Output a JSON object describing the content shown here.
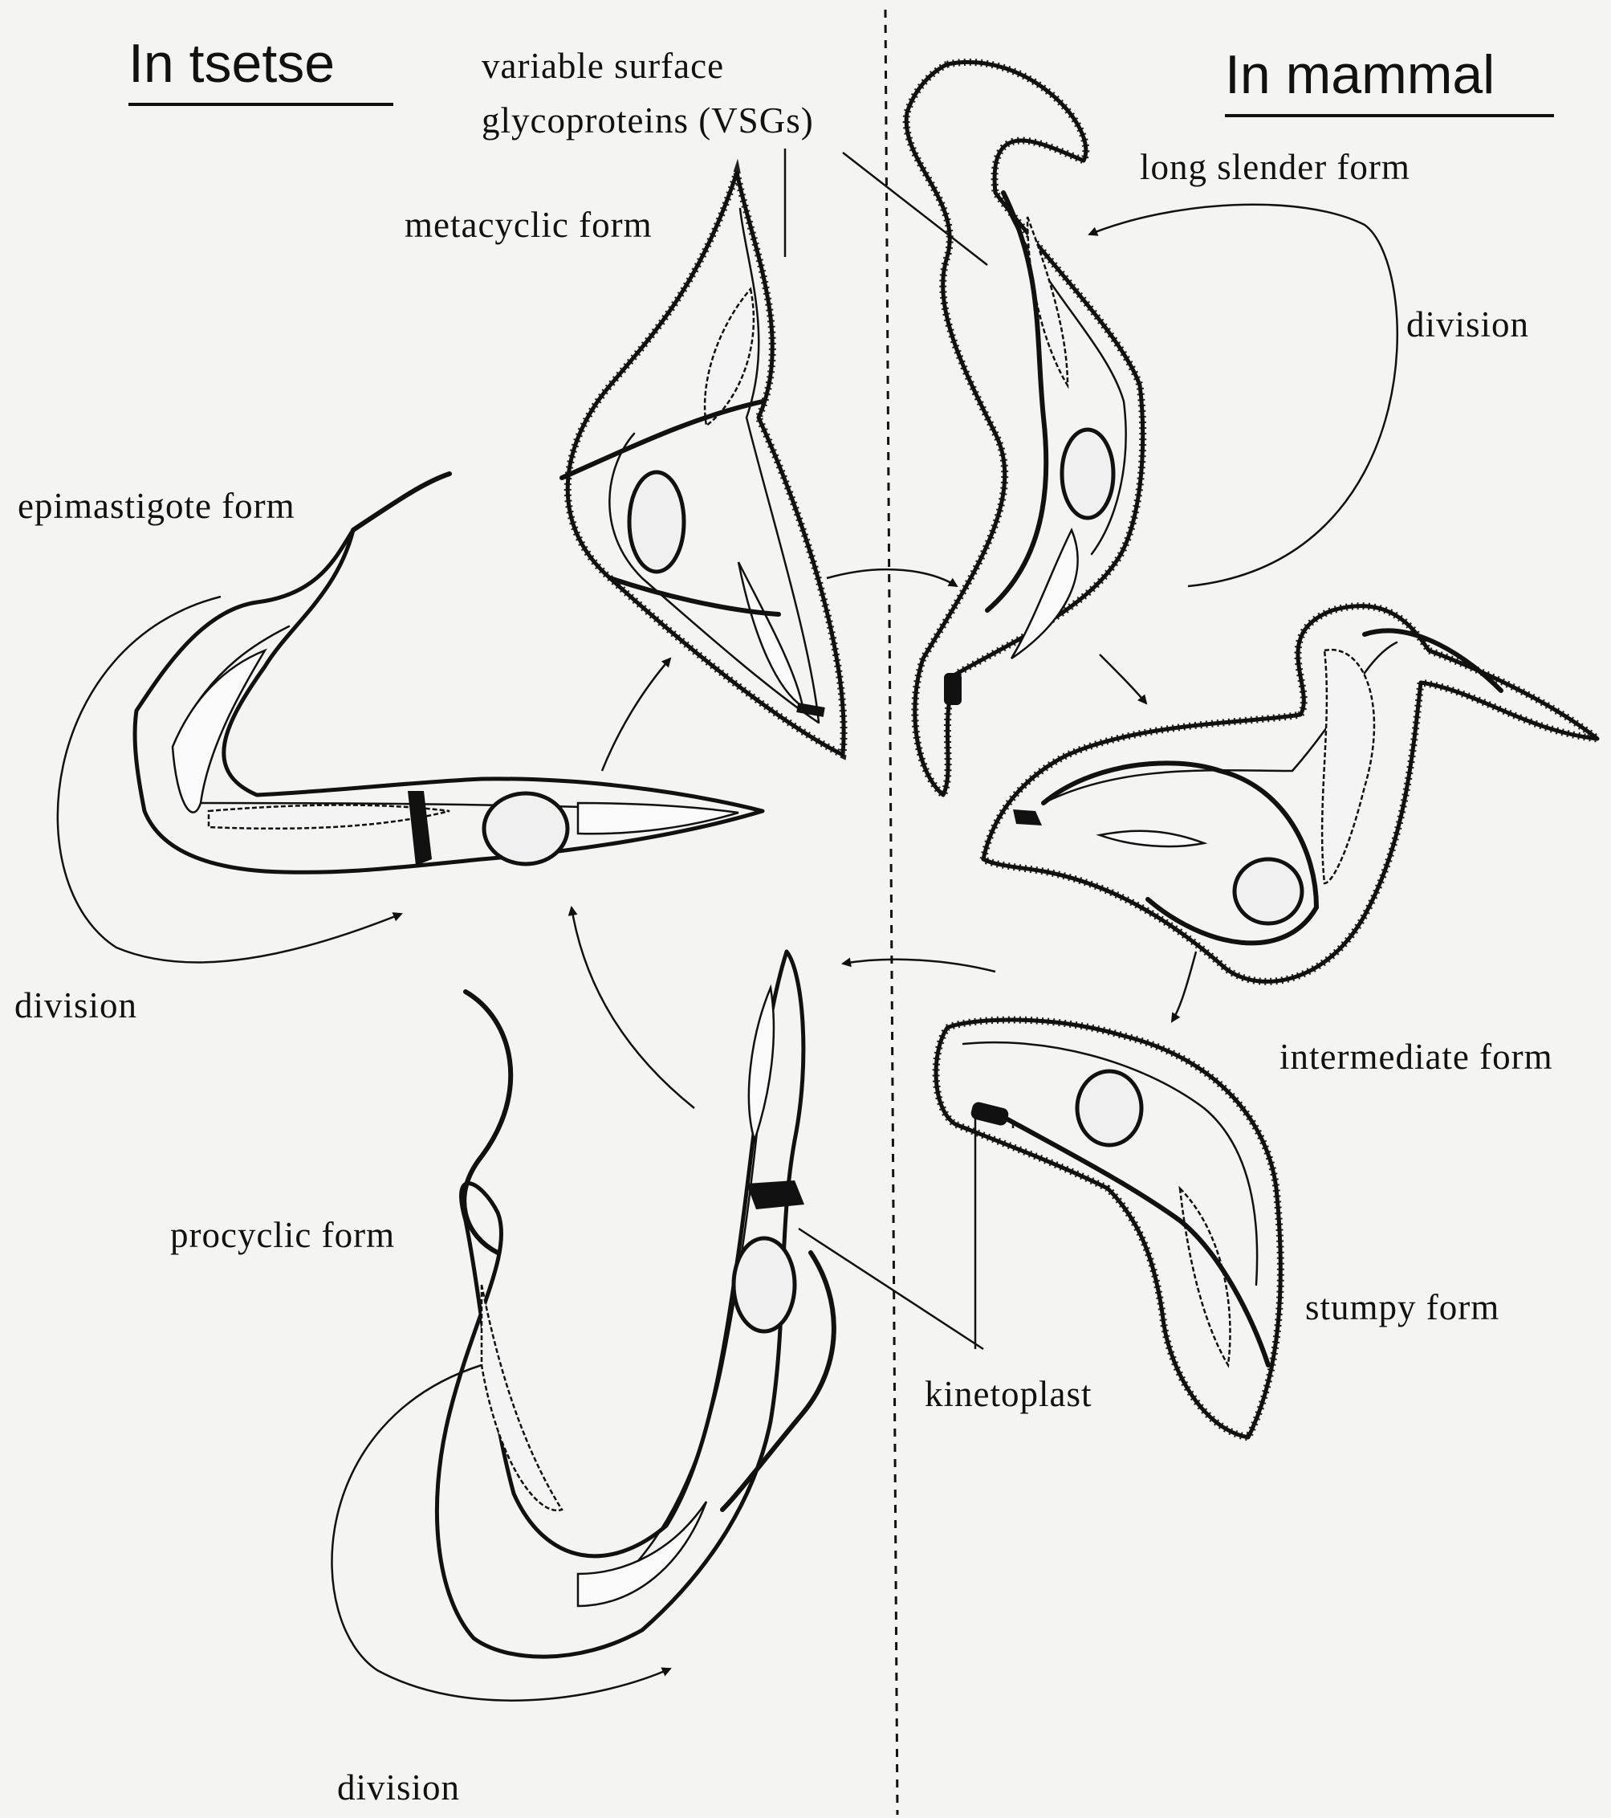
{
  "headers": {
    "tsetse": "In tsetse",
    "mammal": "In mammal"
  },
  "labels": {
    "vsg_line1": "variable surface",
    "vsg_line2": "glycoproteins (VSGs)",
    "metacyclic": "metacyclic form",
    "long_slender": "long slender form",
    "division_mammal": "division",
    "epimastigote": "epimastigote form",
    "division_epi": "division",
    "intermediate": "intermediate form",
    "procyclic": "procyclic form",
    "stumpy": "stumpy form",
    "kinetoplast": "kinetoplast",
    "division_procyclic": "division"
  }
}
